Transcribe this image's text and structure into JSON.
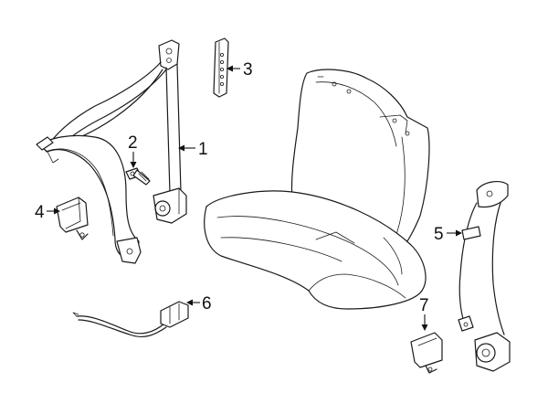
{
  "diagram": {
    "type": "exploded-parts",
    "callouts": [
      {
        "id": "1",
        "label": "1"
      },
      {
        "id": "2",
        "label": "2"
      },
      {
        "id": "3",
        "label": "3"
      },
      {
        "id": "4",
        "label": "4"
      },
      {
        "id": "5",
        "label": "5"
      },
      {
        "id": "6",
        "label": "6"
      },
      {
        "id": "7",
        "label": "7"
      }
    ]
  }
}
